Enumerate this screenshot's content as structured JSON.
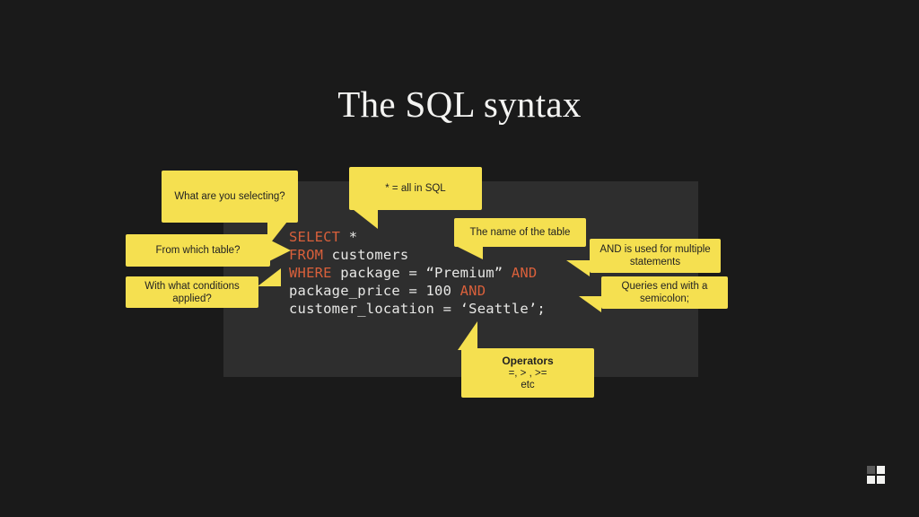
{
  "slide": {
    "title": "The SQL syntax",
    "background_color": "#1a1a1a",
    "panel_color": "#2e2e2e",
    "accent_color": "#f5e050",
    "keyword_color": "#d9603b",
    "code_text_color": "#e8e8e6"
  },
  "code": {
    "lines": [
      [
        {
          "t": "SELECT",
          "k": true
        },
        {
          "t": " *",
          "k": false
        }
      ],
      [
        {
          "t": "FROM",
          "k": true
        },
        {
          "t": " customers",
          "k": false
        }
      ],
      [
        {
          "t": "WHERE",
          "k": true
        },
        {
          "t": " package = “Premium” ",
          "k": false
        },
        {
          "t": "AND",
          "k": true
        }
      ],
      [
        {
          "t": "package_price = 100 ",
          "k": false
        },
        {
          "t": "AND",
          "k": true
        }
      ],
      [
        {
          "t": "customer_location = ‘Seattle’;",
          "k": false
        }
      ]
    ]
  },
  "callouts": {
    "selecting": "What are you selecting?",
    "star": "* = all in SQL",
    "from_table": "From which table?",
    "conditions": "With what conditions applied?",
    "table_name": "The name of the table",
    "and_multiple": "AND is used for multiple\nstatements",
    "semicolon": "Queries end with a\nsemicolon;",
    "operators_title": "Operators",
    "operators_body": "=, > , >=\netc"
  },
  "logo": {
    "name": "grid-logo"
  }
}
